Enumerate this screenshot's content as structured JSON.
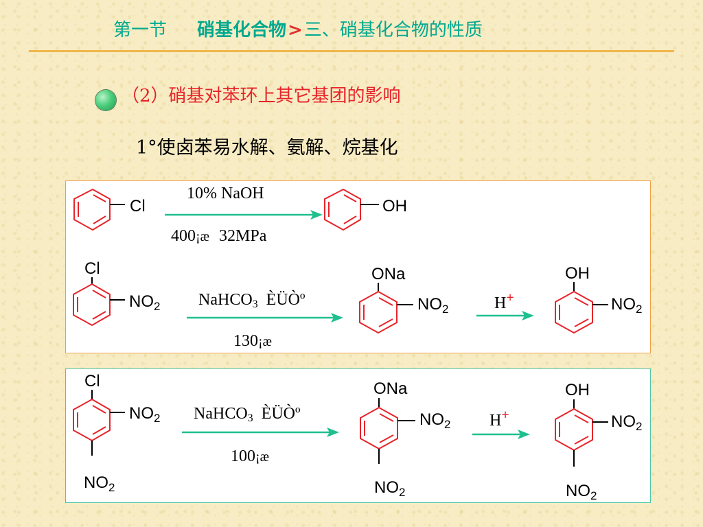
{
  "header": {
    "section": "第一节",
    "chapter": "硝基化合物",
    "separator": ">",
    "topic": "三、硝基化合物的性质"
  },
  "subheading": "（2）硝基对苯环上其它基团的影响",
  "point": "1°使卤苯易水解、氨解、烷基化",
  "reaction1": {
    "reactant_group": "Cl",
    "condition_top": "10% NaOH",
    "condition_bottom_temp": "400",
    "condition_bottom_unit": "¡æ",
    "condition_bottom_pressure": "32MPa",
    "product_group": "OH"
  },
  "reaction2": {
    "reactant_cl": "Cl",
    "reactant_no2": "NO",
    "sub2": "2",
    "condition_reagent": "NaHCO",
    "condition_reagent_sub": "3",
    "condition_solvent": "ÈÜÒº",
    "condition_temp": "130",
    "condition_unit": "¡æ",
    "intermediate_top": "ONa",
    "intermediate_no2": "NO",
    "acid": "H",
    "acid_charge": "+",
    "product_top": "OH",
    "product_no2": "NO"
  },
  "reaction3": {
    "reactant_cl": "Cl",
    "no2": "NO",
    "sub2": "2",
    "condition_reagent": "NaHCO",
    "condition_reagent_sub": "3",
    "condition_solvent": "ÈÜÒº",
    "condition_temp": "100",
    "condition_unit": "¡æ",
    "intermediate_top": "ONa",
    "acid": "H",
    "acid_charge": "+",
    "product_top": "OH"
  },
  "colors": {
    "title": "#00a98f",
    "red": "#e8242a",
    "arrow": "#1fbf8f",
    "box1_border": "#f0a04a",
    "box2_border": "#50c8a8",
    "rule": "#f2b64a"
  }
}
